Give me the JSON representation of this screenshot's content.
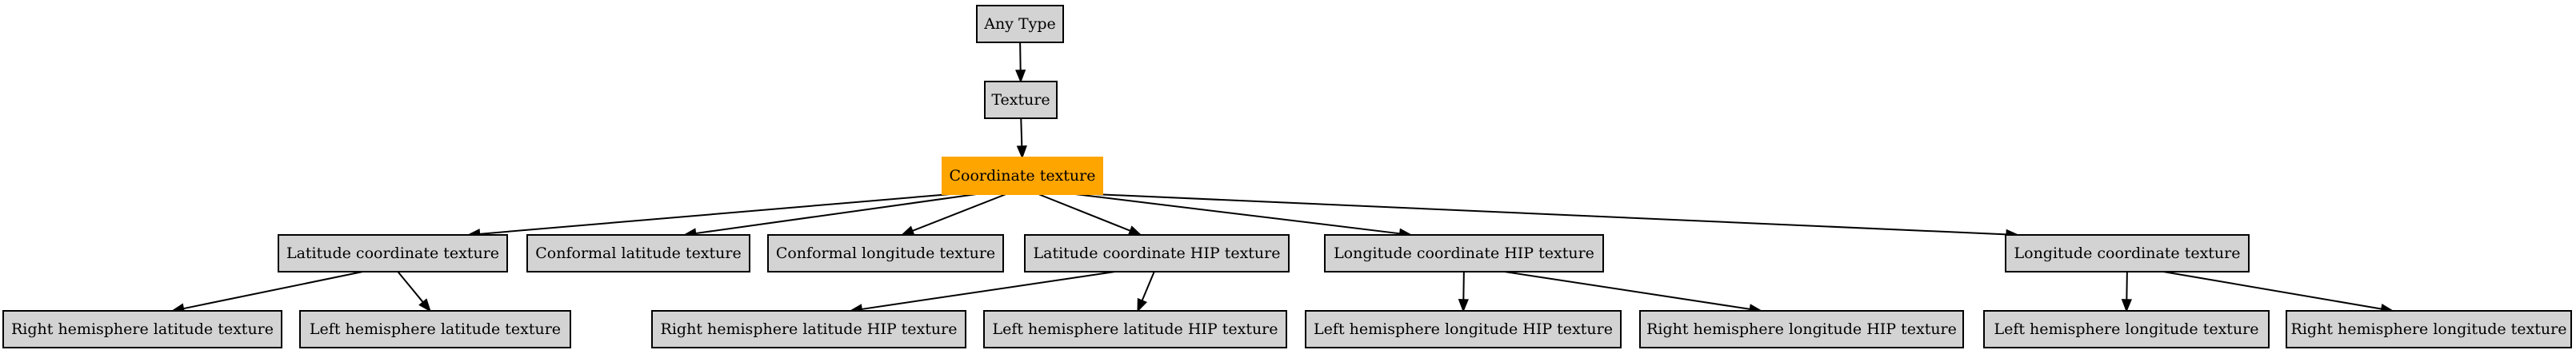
{
  "colors": {
    "node_fill": "#d3d3d3",
    "highlight_fill": "#ffa500",
    "edge": "#000000"
  },
  "nodes": {
    "any_type": {
      "label": "Any Type"
    },
    "texture": {
      "label": "Texture"
    },
    "coordinate_texture": {
      "label": "Coordinate texture",
      "highlighted": true
    },
    "latitude_coordinate_texture": {
      "label": "Latitude coordinate texture"
    },
    "conformal_latitude_texture": {
      "label": "Conformal latitude texture"
    },
    "conformal_longitude_texture": {
      "label": "Conformal longitude texture"
    },
    "latitude_coordinate_hip_texture": {
      "label": "Latitude coordinate HIP texture"
    },
    "longitude_coordinate_hip_texture": {
      "label": "Longitude coordinate HIP texture"
    },
    "longitude_coordinate_texture": {
      "label": "Longitude coordinate texture"
    },
    "right_hemisphere_latitude_texture": {
      "label": "Right hemisphere latitude texture"
    },
    "left_hemisphere_latitude_texture": {
      "label": "Left hemisphere latitude texture"
    },
    "right_hemisphere_latitude_hip_texture": {
      "label": "Right hemisphere latitude HIP texture"
    },
    "left_hemisphere_latitude_hip_texture": {
      "label": "Left hemisphere latitude HIP texture"
    },
    "left_hemisphere_longitude_hip_texture": {
      "label": "Left hemisphere longitude HIP texture"
    },
    "right_hemisphere_longitude_hip_texture": {
      "label": "Right hemisphere longitude HIP texture"
    },
    "left_hemisphere_longitude_texture": {
      "label": "Left hemisphere longitude texture"
    },
    "right_hemisphere_longitude_texture": {
      "label": "Right hemisphere longitude texture"
    }
  },
  "edges": [
    {
      "from": "any_type",
      "to": "texture"
    },
    {
      "from": "texture",
      "to": "coordinate_texture"
    },
    {
      "from": "coordinate_texture",
      "to": "latitude_coordinate_texture"
    },
    {
      "from": "coordinate_texture",
      "to": "conformal_latitude_texture"
    },
    {
      "from": "coordinate_texture",
      "to": "conformal_longitude_texture"
    },
    {
      "from": "coordinate_texture",
      "to": "latitude_coordinate_hip_texture"
    },
    {
      "from": "coordinate_texture",
      "to": "longitude_coordinate_hip_texture"
    },
    {
      "from": "coordinate_texture",
      "to": "longitude_coordinate_texture"
    },
    {
      "from": "latitude_coordinate_texture",
      "to": "right_hemisphere_latitude_texture"
    },
    {
      "from": "latitude_coordinate_texture",
      "to": "left_hemisphere_latitude_texture"
    },
    {
      "from": "latitude_coordinate_hip_texture",
      "to": "right_hemisphere_latitude_hip_texture"
    },
    {
      "from": "latitude_coordinate_hip_texture",
      "to": "left_hemisphere_latitude_hip_texture"
    },
    {
      "from": "longitude_coordinate_hip_texture",
      "to": "left_hemisphere_longitude_hip_texture"
    },
    {
      "from": "longitude_coordinate_hip_texture",
      "to": "right_hemisphere_longitude_hip_texture"
    },
    {
      "from": "longitude_coordinate_texture",
      "to": "left_hemisphere_longitude_texture"
    },
    {
      "from": "longitude_coordinate_texture",
      "to": "right_hemisphere_longitude_texture"
    }
  ]
}
